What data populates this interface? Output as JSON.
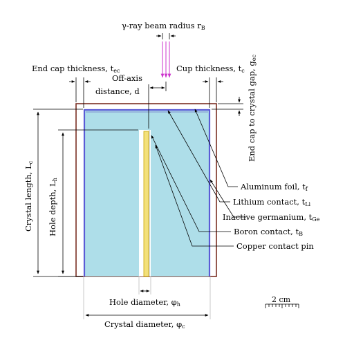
{
  "labels": {
    "beam": "γ-ray beam radius r",
    "beam_sub": "B",
    "end_cap": "End cap thickness, t",
    "end_cap_sub": "ec",
    "cup": "Cup thickness, t",
    "cup_sub": "c",
    "gap": "End cap to crystal gap, g",
    "gap_sub": "ec",
    "off_axis_1": "Off-axis",
    "off_axis_2": "distance, d",
    "crystal_length": "Crystal length, L",
    "crystal_length_sub": "c",
    "hole_depth": "Hole depth, L",
    "hole_depth_sub": "h",
    "aluminum": "Aluminum foil, t",
    "aluminum_sub": "f",
    "lithium": "Lithium contact, t",
    "lithium_sub": "Li",
    "inactive": "Inactive germanium, t",
    "inactive_sub": "Ge",
    "boron": "Boron contact, t",
    "boron_sub": "B",
    "copper": "Copper contact pin",
    "hole_diameter": "Hole diameter, φ",
    "hole_diameter_sub": "h",
    "crystal_diameter": "Crystal diameter, φ",
    "crystal_diameter_sub": "c",
    "scale": "2 cm"
  },
  "colors": {
    "crystal": "#aedee9",
    "lithium": "#5b5bd6",
    "endcap": "#7a2e22",
    "beam": "#cc33cc",
    "copper": "#f3e07a"
  }
}
